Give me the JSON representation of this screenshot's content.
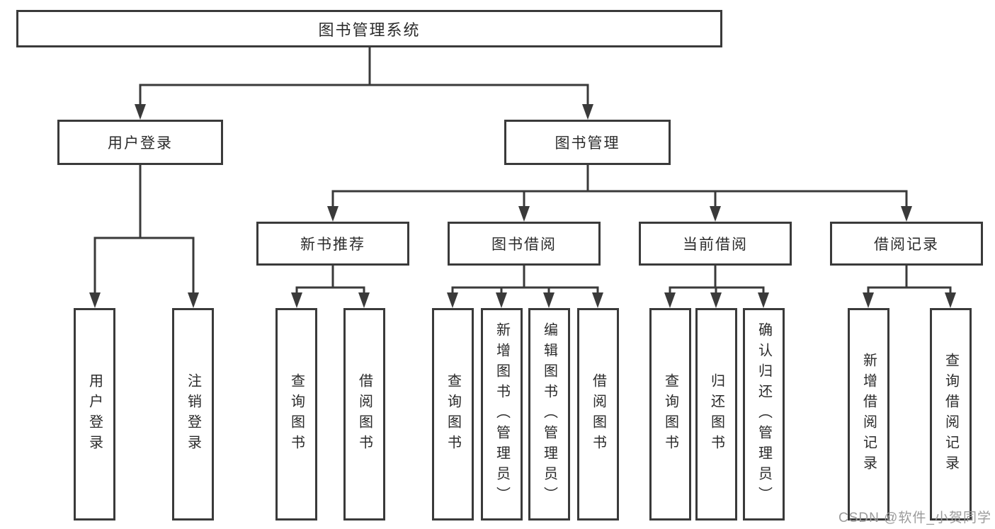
{
  "diagram": {
    "root": {
      "label": "图书管理系统"
    },
    "branches": [
      {
        "label": "用户登录",
        "children": [
          {
            "label": "用户登录"
          },
          {
            "label": "注销登录"
          }
        ]
      },
      {
        "label": "图书管理",
        "children": [
          {
            "label": "新书推荐",
            "children": [
              {
                "label": "查询图书"
              },
              {
                "label": "借阅图书"
              }
            ]
          },
          {
            "label": "图书借阅",
            "children": [
              {
                "label": "查询图书"
              },
              {
                "label": "新增图书（管理员）"
              },
              {
                "label": "编辑图书（管理员）"
              },
              {
                "label": "借阅图书"
              }
            ]
          },
          {
            "label": "当前借阅",
            "children": [
              {
                "label": "查询图书"
              },
              {
                "label": "归还图书"
              },
              {
                "label": "确认归还（管理员）"
              }
            ]
          },
          {
            "label": "借阅记录",
            "children": [
              {
                "label": "新增借阅记录"
              },
              {
                "label": "查询借阅记录"
              }
            ]
          }
        ]
      }
    ]
  },
  "watermark": {
    "text": "CSDN @软件_小贺同学"
  },
  "colors": {
    "background": "#ffffff",
    "line": "#3a3a3a",
    "box_border": "#3a3a3a",
    "box_fill": "#ffffff",
    "text": "#2b2b2b",
    "watermark": "#9b9b9b"
  }
}
